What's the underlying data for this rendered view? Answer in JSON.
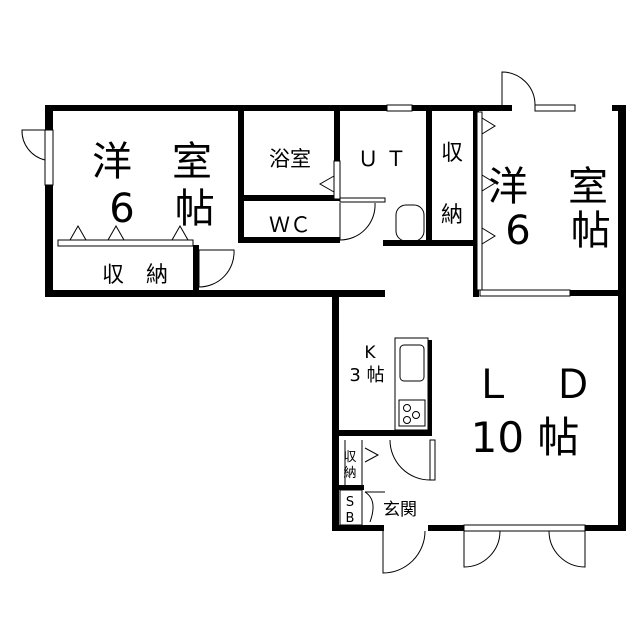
{
  "rooms": {
    "western_left": {
      "name": "洋　室",
      "size": "6　帖"
    },
    "closet_left": {
      "name": "収　納"
    },
    "bath": {
      "name": "浴室"
    },
    "utility": {
      "name": "Ｕ Ｔ"
    },
    "wc": {
      "name": "ＷＣ"
    },
    "closet_mid": {
      "line1": "収",
      "line2": "納"
    },
    "western_right": {
      "name": "洋　室",
      "size": "6　帖"
    },
    "kitchen": {
      "name": "K",
      "size": "3 帖"
    },
    "ld": {
      "name": "Ｌ　Ｄ",
      "size": "10 帖"
    },
    "closet_small": {
      "line1": "収",
      "line2": "納"
    },
    "shoe_box": {
      "line1": "S",
      "line2": "B"
    },
    "entrance": {
      "name": "玄関"
    }
  },
  "colors": {
    "wall": "#000000",
    "background": "#ffffff"
  }
}
